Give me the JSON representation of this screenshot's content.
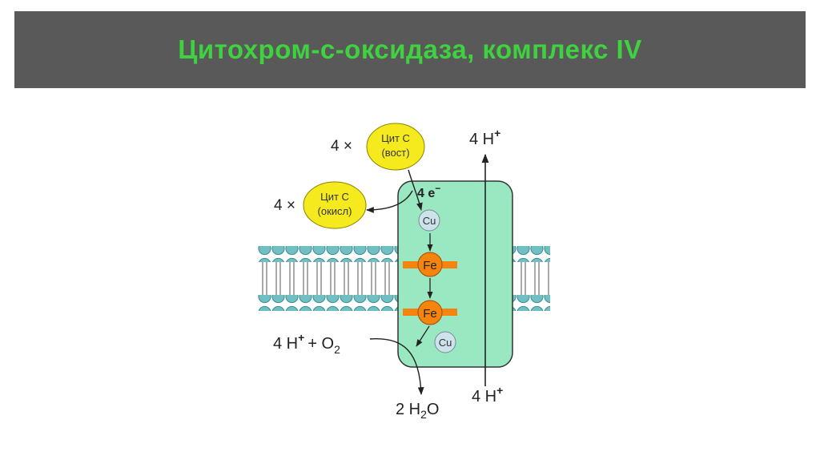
{
  "slide": {
    "title": "Цитохром-с-оксидаза, комплекс IV"
  },
  "diagram": {
    "cyt_reduced": {
      "multiplier": "4 ×",
      "line1": "Цит С",
      "line2": "(вост)"
    },
    "cyt_oxidized": {
      "multiplier": "4 ×",
      "line1": "Цит С",
      "line2": "(окисл)"
    },
    "electrons": {
      "label": "4 e",
      "charge": "−"
    },
    "cofactors": {
      "cu_a": "Cu",
      "heme_a": "Fe",
      "heme_a3": "Fe",
      "cu_b": "Cu"
    },
    "proton_out": {
      "label": "4 H",
      "charge": "+"
    },
    "proton_in": {
      "label": "4 H",
      "charge": "+"
    },
    "reactant": {
      "prefix": "4 H",
      "charge": "+",
      "plus": "+ O",
      "sub": "2"
    },
    "product": {
      "prefix": "2 H",
      "sub": "2",
      "suffix": "O"
    },
    "colors": {
      "title": "#3fd13f",
      "title_bg": "#595959",
      "complex": "#99e8c2",
      "cytochrome": "#f5ea1e",
      "heme": "#f5840f",
      "copper": "#cde3ec",
      "lipid_head": "#6fbfc3"
    }
  }
}
